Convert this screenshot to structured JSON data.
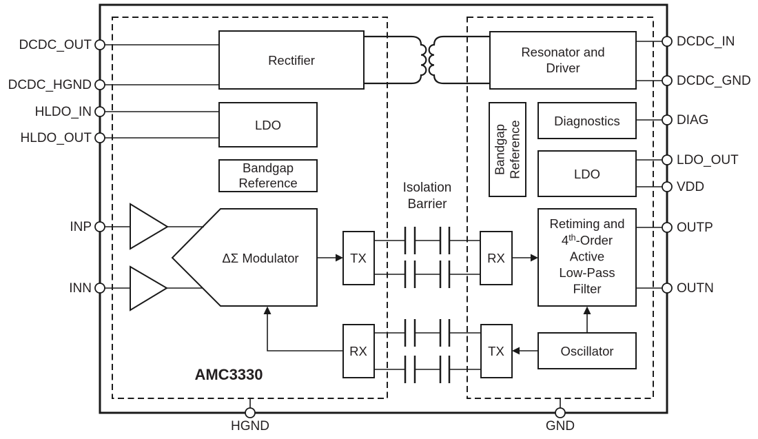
{
  "chip": {
    "name": "AMC3330"
  },
  "pins": {
    "left": [
      "DCDC_OUT",
      "DCDC_HGND",
      "HLDO_IN",
      "HLDO_OUT",
      "INP",
      "INN"
    ],
    "right": [
      "DCDC_IN",
      "DCDC_GND",
      "DIAG",
      "LDO_OUT",
      "VDD",
      "OUTP",
      "OUTN"
    ],
    "bottom": [
      "HGND",
      "GND"
    ]
  },
  "blocks": {
    "rectifier": "Rectifier",
    "ldo_highside": "LDO",
    "bandgap_highside": [
      "Bandgap",
      "Reference"
    ],
    "modulator": "ΔΣ Modulator",
    "tx_data": "TX",
    "rx_data": "RX",
    "rx_clock": "RX",
    "tx_clock": "TX",
    "resonator": [
      "Resonator and",
      "Driver"
    ],
    "bandgap_lowside": [
      "Bandgap",
      "Reference"
    ],
    "diagnostics": "Diagnostics",
    "ldo_lowside": "LDO",
    "filter": [
      "Retiming and",
      "4",
      "th",
      "-Order",
      "Active",
      "Low-Pass",
      "Filter"
    ],
    "oscillator": "Oscillator"
  },
  "labels": {
    "isolation_barrier": [
      "Isolation",
      "Barrier"
    ]
  },
  "colors": {
    "line": "#1a1a1a",
    "text": "#231f20",
    "background": "#ffffff"
  }
}
